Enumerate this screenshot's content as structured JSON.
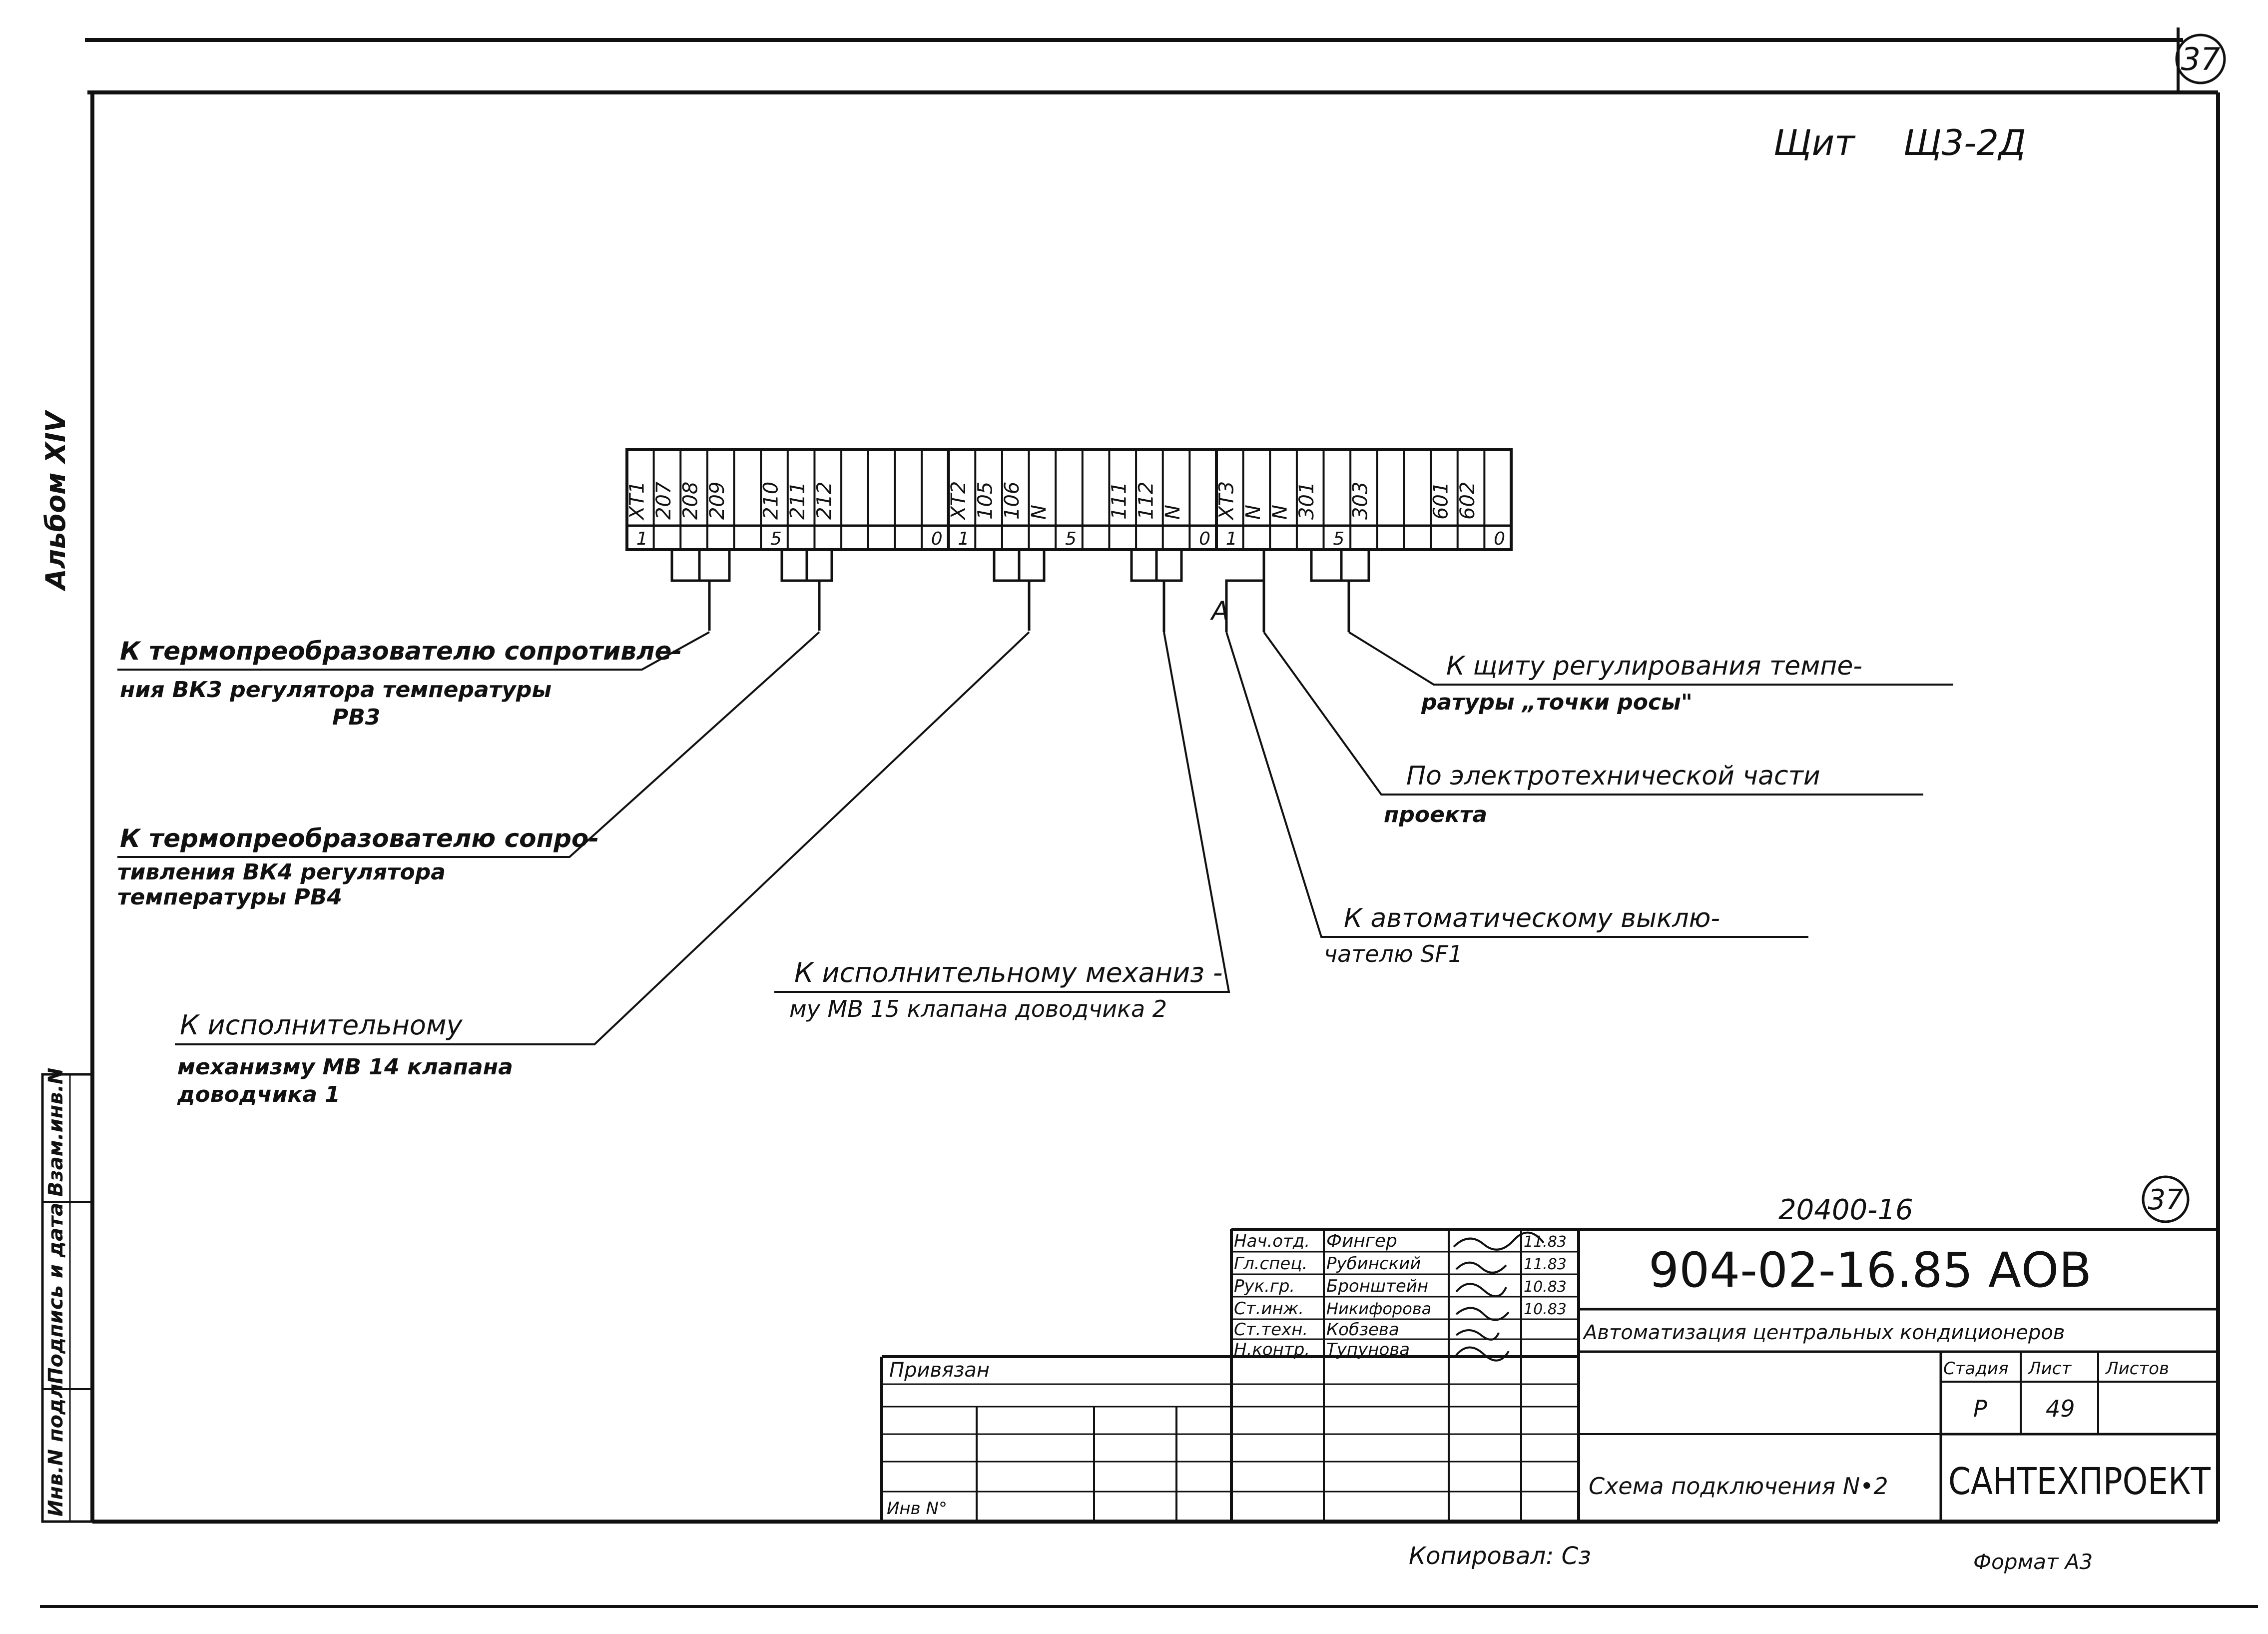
{
  "header": {
    "page_number": "37",
    "panel_label": "Щит",
    "panel_code": "Щ3-2Д"
  },
  "side": {
    "album": "Альбом XIV",
    "stamp_labels": [
      "Инв.N подл.",
      "Подпись и дата",
      "Взам.инв.N"
    ]
  },
  "terminal_strip": {
    "blocks": [
      {
        "labels": [
          "XT1",
          "207",
          "208",
          "209",
          "",
          "210",
          "211",
          "212",
          "",
          "",
          "",
          ""
        ],
        "bottom_marks": [
          "1",
          "5",
          "0"
        ]
      },
      {
        "labels": [
          "XT2",
          "105",
          "106",
          "N",
          "",
          "",
          "111",
          "112",
          "N",
          ""
        ],
        "bottom_marks": [
          "1",
          "5",
          "0"
        ]
      },
      {
        "labels": [
          "XT3",
          "N",
          "N",
          "301",
          "",
          "303",
          "",
          "",
          "601",
          "602",
          ""
        ],
        "bottom_marks": [
          "1",
          "5",
          "0"
        ]
      }
    ],
    "mark_a": "А"
  },
  "callouts": [
    {
      "lines": [
        "К термопреобразователю сопротивле-",
        "ния ВК3 регулятора температуры",
        "РВ3"
      ]
    },
    {
      "lines": [
        "К термопреобразователю сопро-",
        "тивления ВК4 регулятора",
        "температуры РВ4"
      ]
    },
    {
      "lines": [
        "К исполнительному",
        "механизму МВ 14 клапана",
        "доводчика 1"
      ]
    },
    {
      "lines": [
        "К исполнительному механиз -",
        "му МВ 15 клапана доводчика 2"
      ]
    },
    {
      "lines": [
        "К щиту регулирования темпе-",
        "ратуры „точки росы\""
      ]
    },
    {
      "lines": [
        "По электротехнической части",
        "проекта"
      ]
    },
    {
      "lines": [
        "К автоматическому выклю-",
        "чателю SF1"
      ]
    }
  ],
  "title_block": {
    "project_ref": "20400-16",
    "page_circle": "37",
    "document_code": "904-02-16.85 АОВ",
    "document_title": "Автоматизация центральных кондиционеров",
    "sheet_title": "Схема подключения N•2",
    "organization": "САНТЕХПРОЕКТ",
    "stage_header": "Стадия",
    "sheet_header": "Лист",
    "sheets_header": "Листов",
    "stage": "Р",
    "sheet": "49",
    "sheets": "",
    "tied_label": "Привязан",
    "inv_label": "Инв N°",
    "staff": [
      {
        "role": "Нач.отд.",
        "name": "Фингер",
        "date": "11.83"
      },
      {
        "role": "Гл.спец.",
        "name": "Рубинский",
        "date": "11.83"
      },
      {
        "role": "Рук.гр.",
        "name": "Бронштейн",
        "date": "10.83"
      },
      {
        "role": "Ст.инж.",
        "name": "Никифорова",
        "date": "10.83"
      },
      {
        "role": "Ст.техн.",
        "name": "Кобзева",
        "date": ""
      },
      {
        "role": "Н.контр.",
        "name": "Тупунова",
        "date": ""
      }
    ]
  },
  "footer": {
    "copied": "Копировал: Сз",
    "format": "Формат А3"
  }
}
